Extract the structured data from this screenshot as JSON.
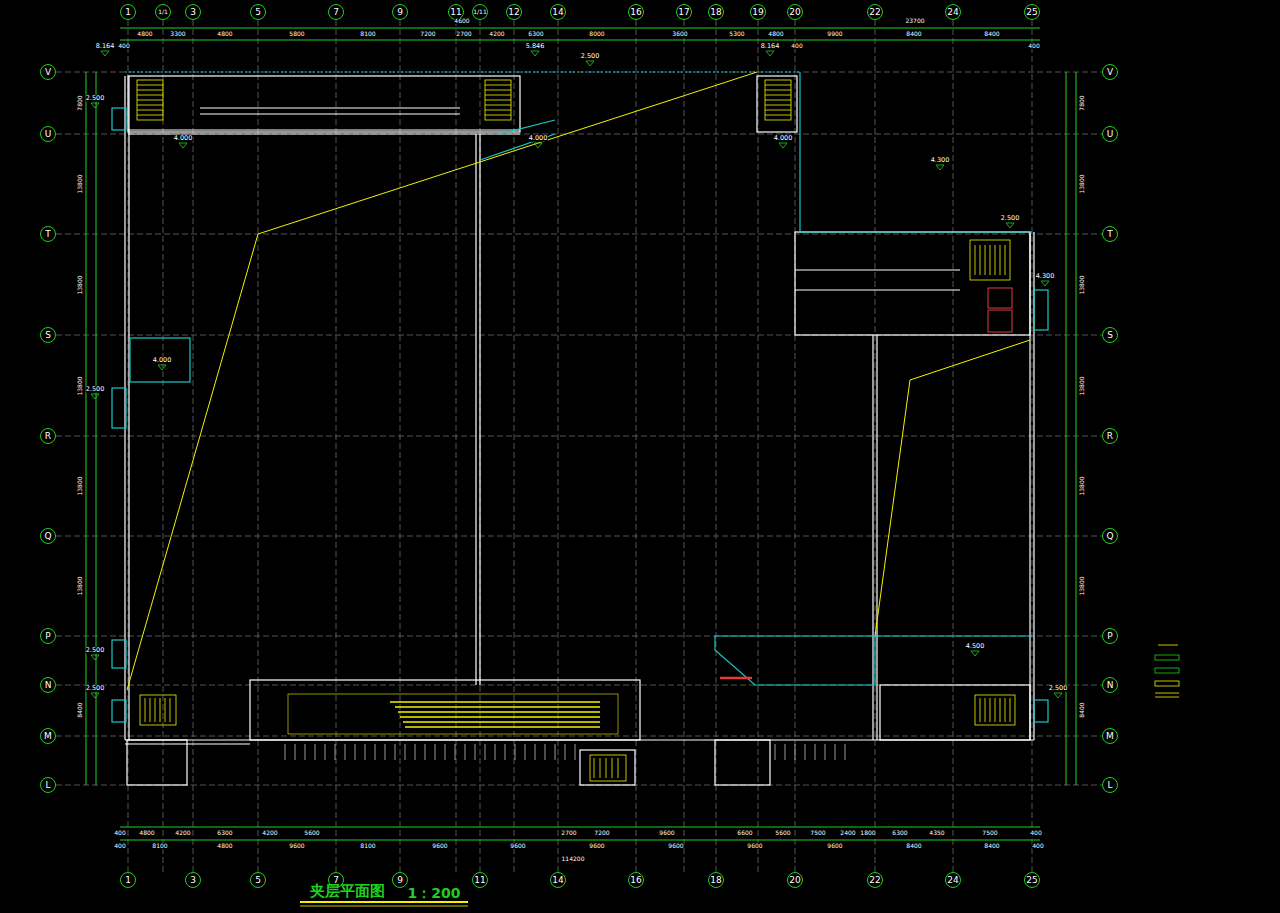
{
  "diagram": {
    "title": "夹层平面图",
    "labels": [
      "1",
      "1/1",
      "3",
      "5",
      "7",
      "9",
      "11",
      "1/11",
      "12",
      "14",
      "16",
      "17",
      "18",
      "19",
      "20",
      "22",
      "24",
      "25",
      "1",
      "3",
      "5",
      "7",
      "9",
      "11",
      "14",
      "16",
      "18",
      "20",
      "22",
      "24",
      "25",
      "V",
      "U",
      "T",
      "S",
      "R",
      "Q",
      "P",
      "N",
      "M",
      "L",
      "V",
      "U",
      "T",
      "S",
      "R",
      "Q",
      "P",
      "N",
      "M",
      "L",
      "4800",
      "3300",
      "4800",
      "5800",
      "8100",
      "7200",
      "2700",
      "4200",
      "6300",
      "8000",
      "3600",
      "5300",
      "4800",
      "9900",
      "8400",
      "8400",
      "23700",
      "4600",
      "400",
      "400",
      "400",
      "400",
      "4800",
      "4200",
      "6300",
      "4200",
      "5600",
      "2700",
      "7200",
      "9600",
      "6600",
      "5600",
      "7500",
      "2400",
      "1800",
      "6300",
      "4350",
      "7500",
      "400",
      "400",
      "8100",
      "4800",
      "9600",
      "8100",
      "9600",
      "9600",
      "9600",
      "9600",
      "9600",
      "9600",
      "8400",
      "8400",
      "400",
      "114200",
      "7800",
      "13800",
      "13800",
      "13800",
      "13800",
      "13800",
      "8400",
      "7800",
      "13800",
      "13800",
      "13800",
      "13800",
      "13800",
      "8400",
      "8.164",
      "5.846",
      "2.500",
      "8.164",
      "2.500",
      "4.000",
      "4.000",
      "4.000",
      "4.300",
      "2.500",
      "4.300",
      "4.000",
      "2.500",
      "2.500",
      "2.500",
      "4.500",
      "2.500",
      "1：200"
    ]
  }
}
